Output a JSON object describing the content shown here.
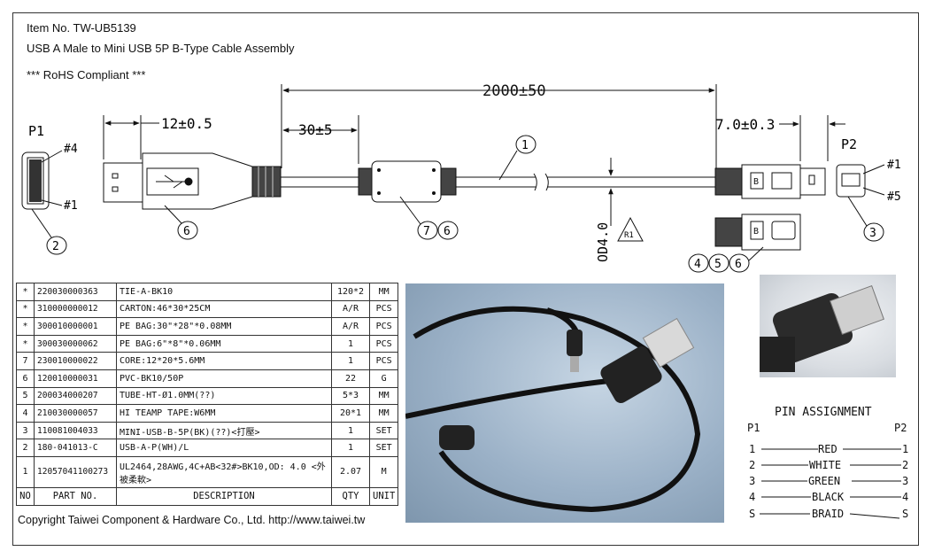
{
  "header": {
    "item_no": "Item No. TW-UB5139",
    "title": "USB A Male to  Mini USB 5P B-Type Cable Assembly",
    "compliance": "*** RoHS Compliant ***"
  },
  "dimensions": {
    "total_length": "2000±50",
    "usb_a_length": "12±0.5",
    "core_offset": "30±5",
    "mini_length": "7.0±0.3",
    "cable_od": "OD4.0",
    "bend_radius_symbol": "R1"
  },
  "connectors": {
    "p1_label": "P1",
    "p1_pin_top": "#4",
    "p1_pin_bottom": "#1",
    "p2_label": "P2",
    "p2_pin_top": "#1",
    "p2_pin_bottom": "#5"
  },
  "balloons": [
    "1",
    "2",
    "3",
    "4",
    "5",
    "6",
    "6",
    "7",
    "6"
  ],
  "bom": {
    "headers": [
      "NO",
      "PART NO.",
      "DESCRIPTION",
      "QTY",
      "UNIT"
    ],
    "rows": [
      [
        "*",
        "220030000363",
        "TIE-A-BK10",
        "120*2",
        "MM"
      ],
      [
        "*",
        "310000000012",
        "CARTON:46*30*25CM",
        "A/R",
        "PCS"
      ],
      [
        "*",
        "300010000001",
        "PE BAG:30\"*28\"*0.08MM",
        "A/R",
        "PCS"
      ],
      [
        "*",
        "300030000062",
        "PE BAG:6\"*8\"*0.06MM",
        "1",
        "PCS"
      ],
      [
        "7",
        "230010000022",
        "CORE:12*20*5.6MM",
        "1",
        "PCS"
      ],
      [
        "6",
        "120010000031",
        "PVC-BK10/50P",
        "22",
        "G"
      ],
      [
        "5",
        "200034000207",
        "TUBE-HT-Ø1.0MM(??)",
        "5*3",
        "MM"
      ],
      [
        "4",
        "210030000057",
        "HI TEAMP TAPE:W6MM",
        "20*1",
        "MM"
      ],
      [
        "3",
        "110081004033",
        "MINI-USB-B-5P(BK)(??)<打壓>",
        "1",
        "SET"
      ],
      [
        "2",
        "180-041013-C",
        "USB-A-P(WH)/L",
        "1",
        "SET"
      ],
      [
        "1",
        "12057041100273",
        "UL2464,28AWG,4C+AB<32#>BK10,OD: 4.0 <外被柔軟>",
        "2.07",
        "M"
      ]
    ]
  },
  "pin_assignment": {
    "title": "PIN ASSIGNMENT",
    "p1": "P1",
    "p2": "P2",
    "rows": [
      {
        "p1": "1",
        "color": "RED",
        "p2": "1"
      },
      {
        "p1": "2",
        "color": "WHITE",
        "p2": "2"
      },
      {
        "p1": "3",
        "color": "GREEN",
        "p2": "3"
      },
      {
        "p1": "4",
        "color": "BLACK",
        "p2": "4"
      },
      {
        "p1": "S",
        "color": "BRAID",
        "p2": "S"
      }
    ]
  },
  "footer": "Copyright Taiwei Component & Hardware Co., Ltd.  http://www.taiwei.tw"
}
